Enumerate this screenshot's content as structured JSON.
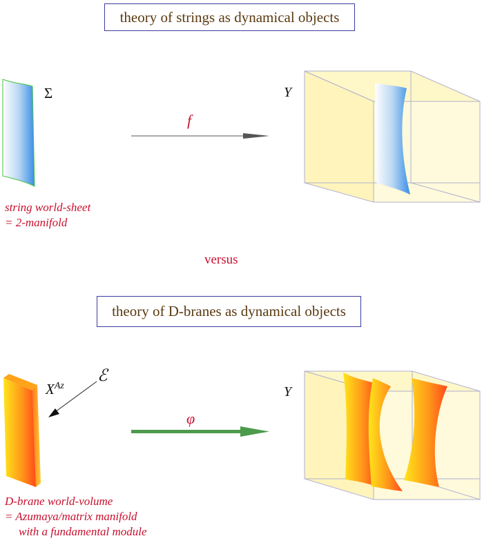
{
  "top_title": "theory of strings as dynamical objects",
  "bottom_title": "theory of D-branes as dynamical objects",
  "versus": "versus",
  "string": {
    "source_label": "Σ",
    "map_label": "f",
    "target_label": "Y",
    "caption_line1": "string world-sheet",
    "caption_line2": "= 2-manifold"
  },
  "dbrane": {
    "source_label": "X",
    "source_superscript": "Az",
    "module_label": "ℰ",
    "map_label": "φ",
    "target_label": "Y",
    "caption_line1": "D-brane world-volume",
    "caption_line2": "= Azumaya/matrix manifold",
    "caption_line3": "with a fundamental module"
  },
  "colors": {
    "title_border": "#3b3b9e",
    "title_text": "#5a3a10",
    "caption_red": "#c8102e",
    "arrow_gray": "#555555",
    "arrow_green": "#4c9a4c",
    "box_fill": "#fdf3b0",
    "box_edge": "#a0a0c8"
  }
}
